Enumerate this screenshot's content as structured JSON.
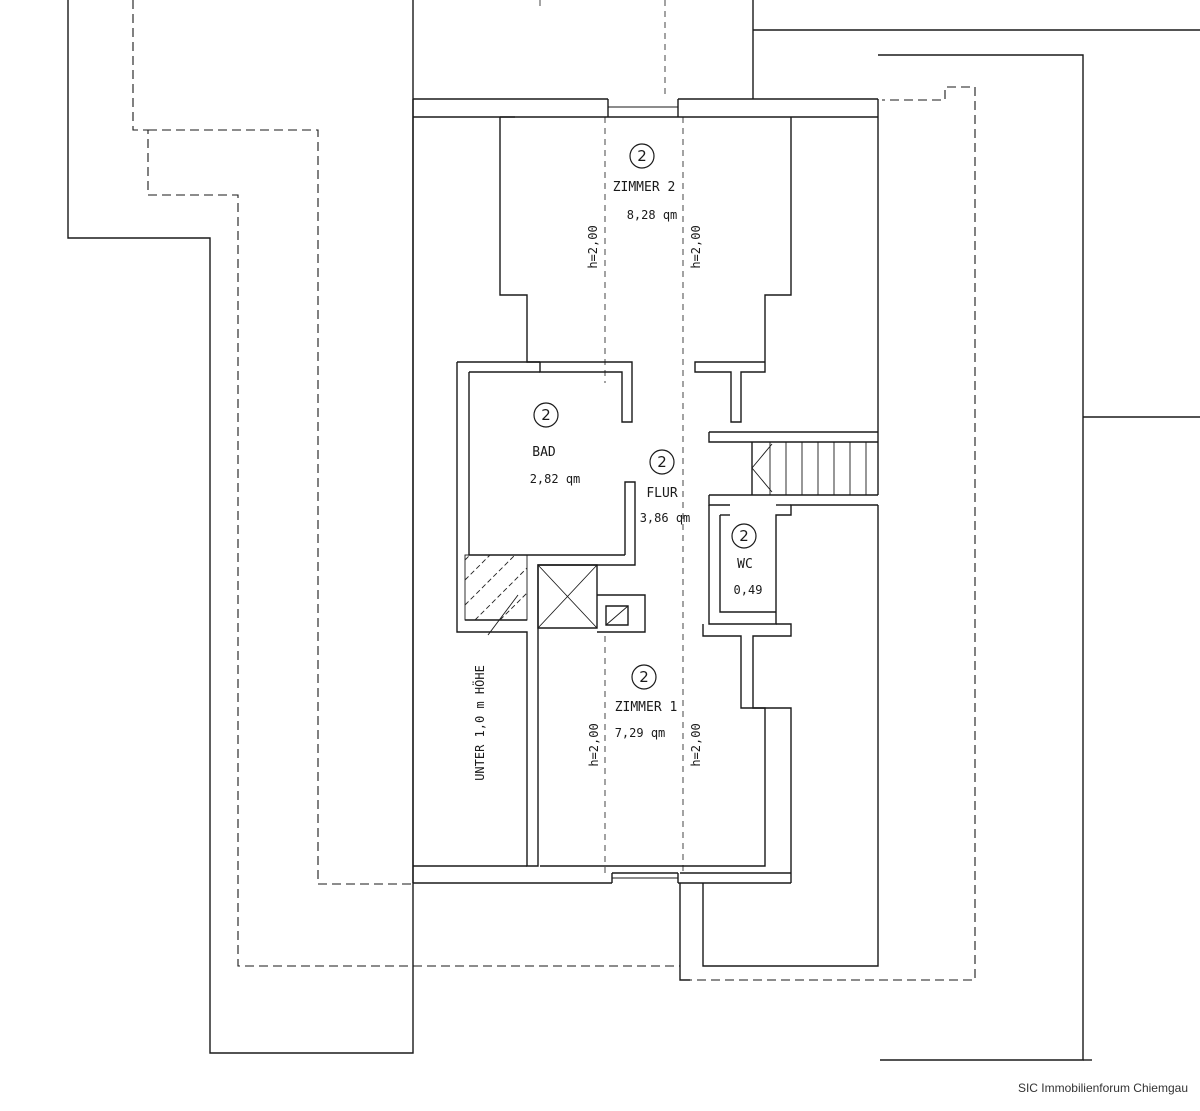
{
  "rooms": {
    "zimmer2": {
      "number": "2",
      "name": "ZIMMER 2",
      "area": "8,28 qm",
      "height_left": "h=2,00",
      "height_right": "h=2,00"
    },
    "bad": {
      "number": "2",
      "name": "BAD",
      "area": "2,82 qm"
    },
    "flur": {
      "number": "2",
      "name": "FLUR",
      "area": "3,86 qm"
    },
    "wc": {
      "number": "2",
      "name": "WC",
      "area": "0,49"
    },
    "zimmer1": {
      "number": "2",
      "name": "ZIMMER 1",
      "area": "7,29 qm",
      "height_left": "h=2,00",
      "height_right": "h=2,00"
    }
  },
  "annotations": {
    "low_ceiling": "UNTER 1,0 m HÖHE"
  },
  "credit": "SIC Immobilienforum Chiemgau"
}
